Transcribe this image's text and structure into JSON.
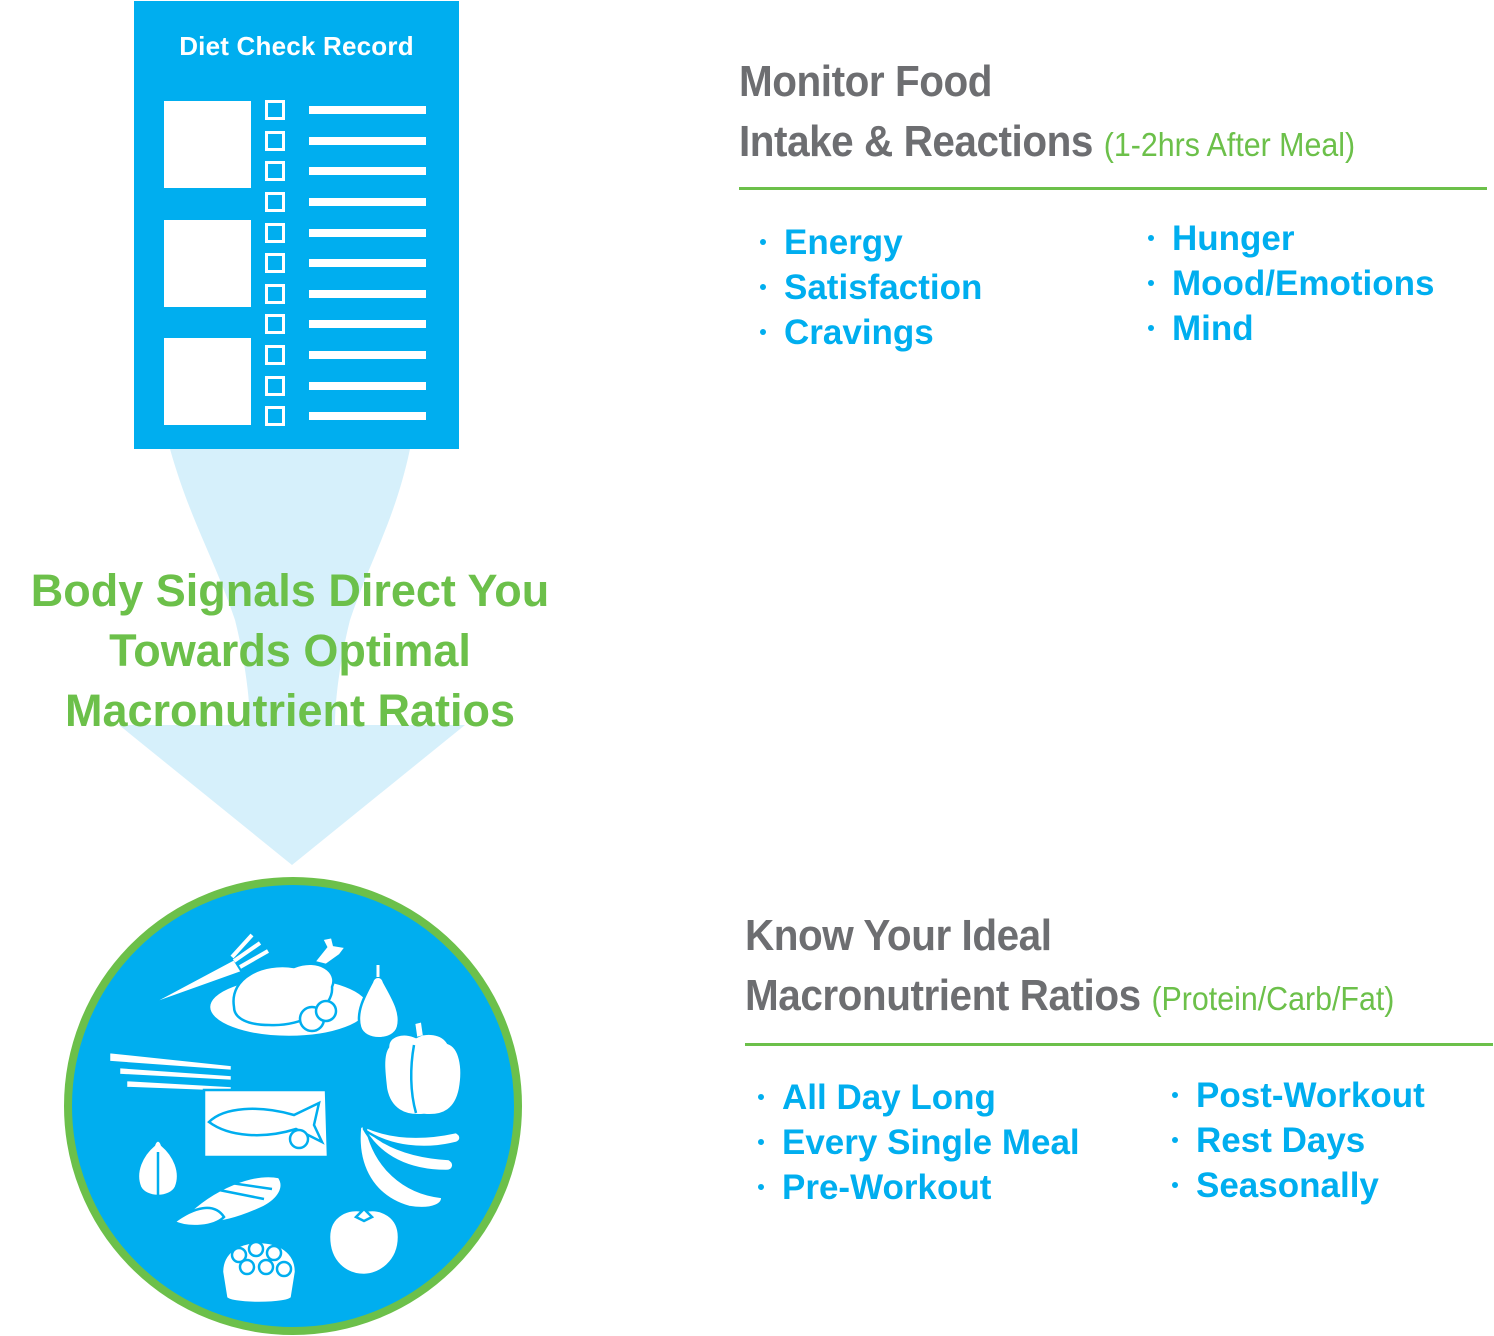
{
  "colors": {
    "blue": "#00aeef",
    "light_blue": "#d6f0fb",
    "green": "#6cc04a",
    "gray": "#6d6e71",
    "white": "#ffffff"
  },
  "document": {
    "title": "Diet Check Record",
    "photo_count": 3,
    "checklist_count": 11
  },
  "center_statement": {
    "lines": [
      "Body Signals Direct You",
      "Towards Optimal",
      "Macronutrient Ratios"
    ]
  },
  "section_monitor": {
    "heading_line1": "Monitor Food",
    "heading_line2": "Intake & Reactions",
    "note": "(1-2hrs After Meal)",
    "col1": [
      "Energy",
      "Satisfaction",
      "Cravings"
    ],
    "col2": [
      "Hunger",
      "Mood/Emotions",
      "Mind"
    ]
  },
  "section_ratios": {
    "heading_line1": "Know Your Ideal",
    "heading_line2": "Macronutrient Ratios",
    "note": "(Protein/Carb/Fat)",
    "col1": [
      "All Day Long",
      "Every Single Meal",
      "Pre-Workout"
    ],
    "col2": [
      "Post-Workout",
      "Rest Days",
      "Seasonally"
    ]
  },
  "food_icons": [
    "carrot-icon",
    "roast-chicken-icon",
    "pear-icon",
    "asparagus-icon",
    "bell-pepper-icon",
    "fish-icon",
    "garlic-icon",
    "bananas-icon",
    "corn-icon",
    "tomato-icon",
    "beans-bowl-icon"
  ]
}
